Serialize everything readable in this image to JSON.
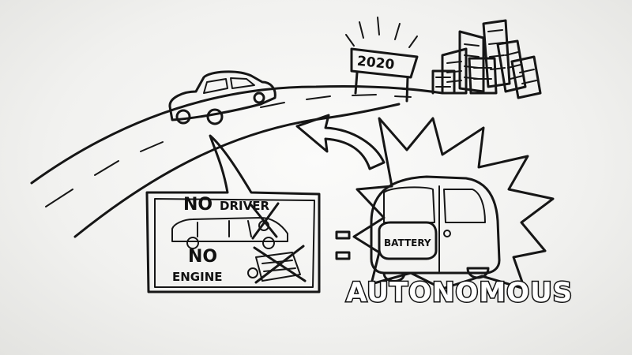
{
  "sign": {
    "year": "2020"
  },
  "callout": {
    "no_driver_no": "NO",
    "no_driver_word": "DRIVER",
    "no_engine_no": "NO",
    "no_engine_word": "ENGINE"
  },
  "equals_symbol": "=",
  "vehicle": {
    "battery_label": "BATTERY"
  },
  "headline": "AUTONOMOUS",
  "colors": {
    "car_teal": "#3a8aa6",
    "ink": "#161616",
    "background": "#f4f4f2"
  }
}
